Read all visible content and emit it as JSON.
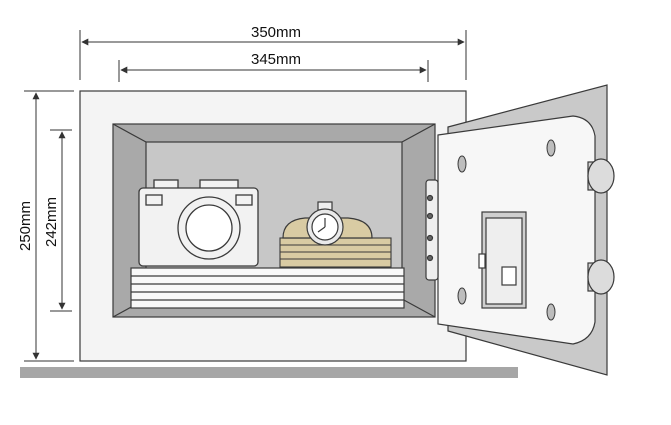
{
  "dimensions": {
    "outer_width": "350mm",
    "inner_width": "345mm",
    "outer_height": "250mm",
    "inner_height": "242mm"
  },
  "colors": {
    "outline": "#3a3a3a",
    "body_fill": "#f4f4f4",
    "cavity_fill": "#a9a9a9",
    "cavity_back": "#c7c7c7",
    "door_frame": "#c9c9c9",
    "door_panel": "#f7f7f7",
    "floor": "#a6a6a6",
    "wood": "#d9cba3",
    "camera": "#f2f2f2"
  },
  "icons": [
    "camera-icon",
    "watch-icon",
    "book-stack-icon",
    "gold-bar-stack-icon",
    "keypad-lock-icon",
    "door-hinge-icon",
    "door-handle-icon"
  ]
}
